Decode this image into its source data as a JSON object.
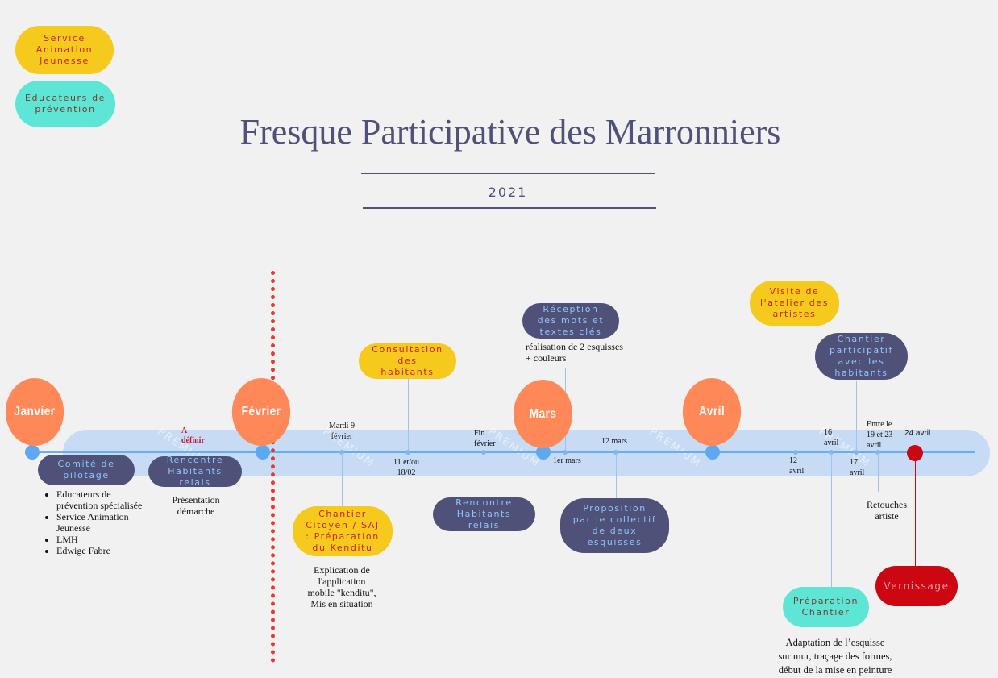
{
  "legend": {
    "service": "Service\nAnimation\nJeunesse",
    "educateurs": "Educateurs de\nprévention"
  },
  "header": {
    "title": "Fresque Participative des Marronniers",
    "year": "2021"
  },
  "months": {
    "janvier": "Janvier",
    "fevrier": "Février",
    "mars": "Mars",
    "avril": "Avril"
  },
  "events": {
    "comite": "Comité de\npilotage",
    "rencontre1": "Rencontre\nHabitants\nrelais",
    "consultation": "Consultation\ndes\nhabitants",
    "chantier_citoyen": "Chantier\nCitoyen / SAJ\n: Préparation\ndu Kenditu",
    "reception": "Réception\ndes mots et\ntextes clés",
    "rencontre2": "Rencontre\nHabitants\nrelais",
    "proposition": "Proposition\npar le collectif\nde deux\nesquisses",
    "visite": "Visite de\nl'atelier des\nartistes",
    "chantier_participatif": "Chantier\nparticipatif\navec les\nhabitants",
    "preparation": "Préparation\nChantier",
    "vernissage": "Vernissage"
  },
  "notes": {
    "comite_list": [
      "Educateurs de prévention spécialisée",
      "Service Animation Jeunesse",
      "LMH",
      "Edwige Fabre"
    ],
    "a_definir": "A\ndéfinir",
    "presentation": "Présentation\ndémarche",
    "mardi9": "Mardi 9\nfévrier",
    "date_11_18": "11 et/ou\n18/02",
    "explication": "Explication de\nl'application\nmobile \"kenditu\",\nMis en situation",
    "fin_fevrier": "Fin\nfévrier",
    "realisation": "réalisation de 2 esquisses\n+ couleurs",
    "premier_mars": "1er mars",
    "douze_mars": "12 mars",
    "douze_avril": "12\navril",
    "seize_avril": "16\navril",
    "dixsept_avril": "17\navril",
    "entre_19_23": "Entre le\n19 et 23\navril",
    "vingtquatre_avril": "24 avril",
    "retouches": "Retouches\nartiste",
    "adaptation": "Adaptation de l’esquisse\nsur mur, traçage des formes,\ndébut de la mise en peinture"
  },
  "colors": {
    "month": "#ff8858",
    "yellow": "#f6c91d",
    "teal": "#5de6d6",
    "navy": "#4f5178",
    "red": "#cc0712",
    "band": "#c7dcf4",
    "axis": "#6aaef0",
    "title": "#4f5178"
  }
}
